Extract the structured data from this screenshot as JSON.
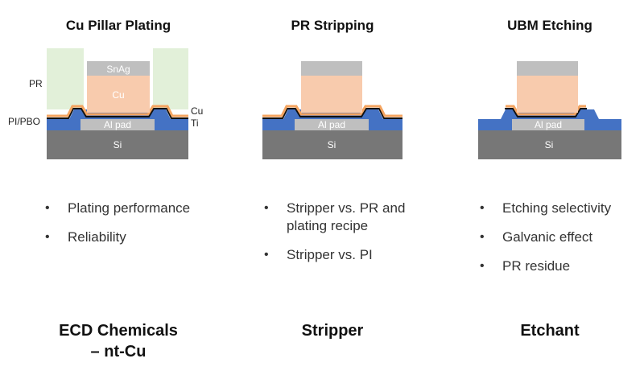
{
  "colors": {
    "si": "#777777",
    "pi_pbo": "#4472c4",
    "al_pad": "#bfbfbf",
    "cu_seed": "#f4a460",
    "ti": "#111111",
    "cu": "#f8cbad",
    "snag": "#bfbfbf",
    "pr": "#e2f0d9"
  },
  "layer_labels": {
    "snag": "SnAg",
    "cu": "Cu",
    "al_pad": "Al pad",
    "si": "Si",
    "pr": "PR",
    "pi_pbo": "PI/PBO",
    "cu_seed": "Cu",
    "ti": "Ti"
  },
  "steps": [
    {
      "title": "Cu Pillar Plating",
      "bullets": [
        "Plating performance",
        "Reliability"
      ],
      "category_line1": "ECD Chemicals",
      "category_line2": "– nt-Cu"
    },
    {
      "title": "PR Stripping",
      "bullets": [
        "Stripper vs. PR and plating recipe",
        "Stripper vs. PI"
      ],
      "category_line1": "Stripper",
      "category_line2": ""
    },
    {
      "title": "UBM Etching",
      "bullets": [
        "Etching selectivity",
        "Galvanic effect",
        "PR residue"
      ],
      "category_line1": "Etchant",
      "category_line2": ""
    }
  ]
}
